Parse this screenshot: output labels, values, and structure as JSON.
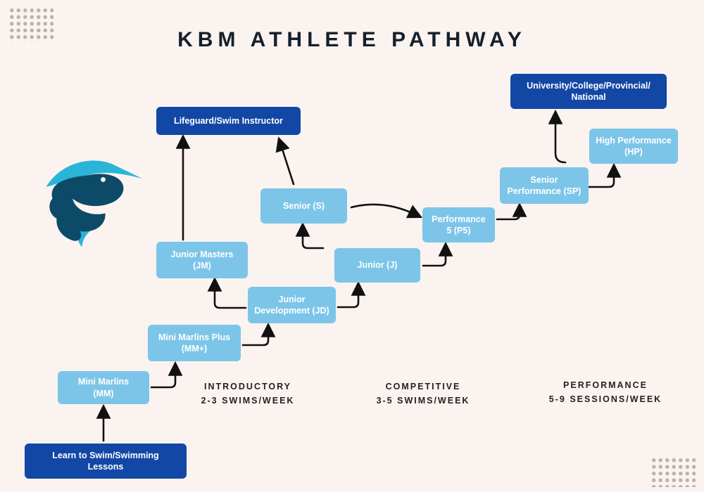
{
  "title": "KBM ATHLETE PATHWAY",
  "colors": {
    "background": "#fbf3ef",
    "dark_box": "#1247a5",
    "light_box": "#7cc5e9",
    "arrow": "#111111",
    "title": "#14202c",
    "stage_text": "#222222",
    "dot": "#b9b2ae",
    "logo_teal": "#2ab4d8",
    "logo_navy": "#0d4a68"
  },
  "icons": {
    "logo": "marlin-logo",
    "decoration": "dot-grid"
  },
  "boxes": [
    {
      "id": "learn-to-swim",
      "label": "Learn to Swim/Swimming\nLessons",
      "type": "dark"
    },
    {
      "id": "mini-marlins",
      "label": "Mini Marlins\n(MM)",
      "type": "light"
    },
    {
      "id": "mini-marlins-plus",
      "label": "Mini Marlins Plus\n(MM+)",
      "type": "light"
    },
    {
      "id": "junior-masters",
      "label": "Junior Masters\n(JM)",
      "type": "light"
    },
    {
      "id": "junior-development",
      "label": "Junior\nDevelopment (JD)",
      "type": "light"
    },
    {
      "id": "senior",
      "label": "Senior (S)",
      "type": "light"
    },
    {
      "id": "junior",
      "label": "Junior (J)",
      "type": "light"
    },
    {
      "id": "performance-5",
      "label": "Performance\n5 (P5)",
      "type": "light"
    },
    {
      "id": "senior-performance",
      "label": "Senior\nPerformance (SP)",
      "type": "light"
    },
    {
      "id": "high-performance",
      "label": "High Performance\n(HP)",
      "type": "light"
    },
    {
      "id": "lifeguard",
      "label": "Lifeguard/Swim Instructor",
      "type": "dark"
    },
    {
      "id": "university",
      "label": "University/College/Provincial/\nNational",
      "type": "dark"
    }
  ],
  "stages": [
    {
      "name": "INTRODUCTORY",
      "frequency": "2-3 SWIMS/WEEK"
    },
    {
      "name": "COMPETITIVE",
      "frequency": "3-5 SWIMS/WEEK"
    },
    {
      "name": "PERFORMANCE",
      "frequency": "5-9 SESSIONS/WEEK"
    }
  ]
}
